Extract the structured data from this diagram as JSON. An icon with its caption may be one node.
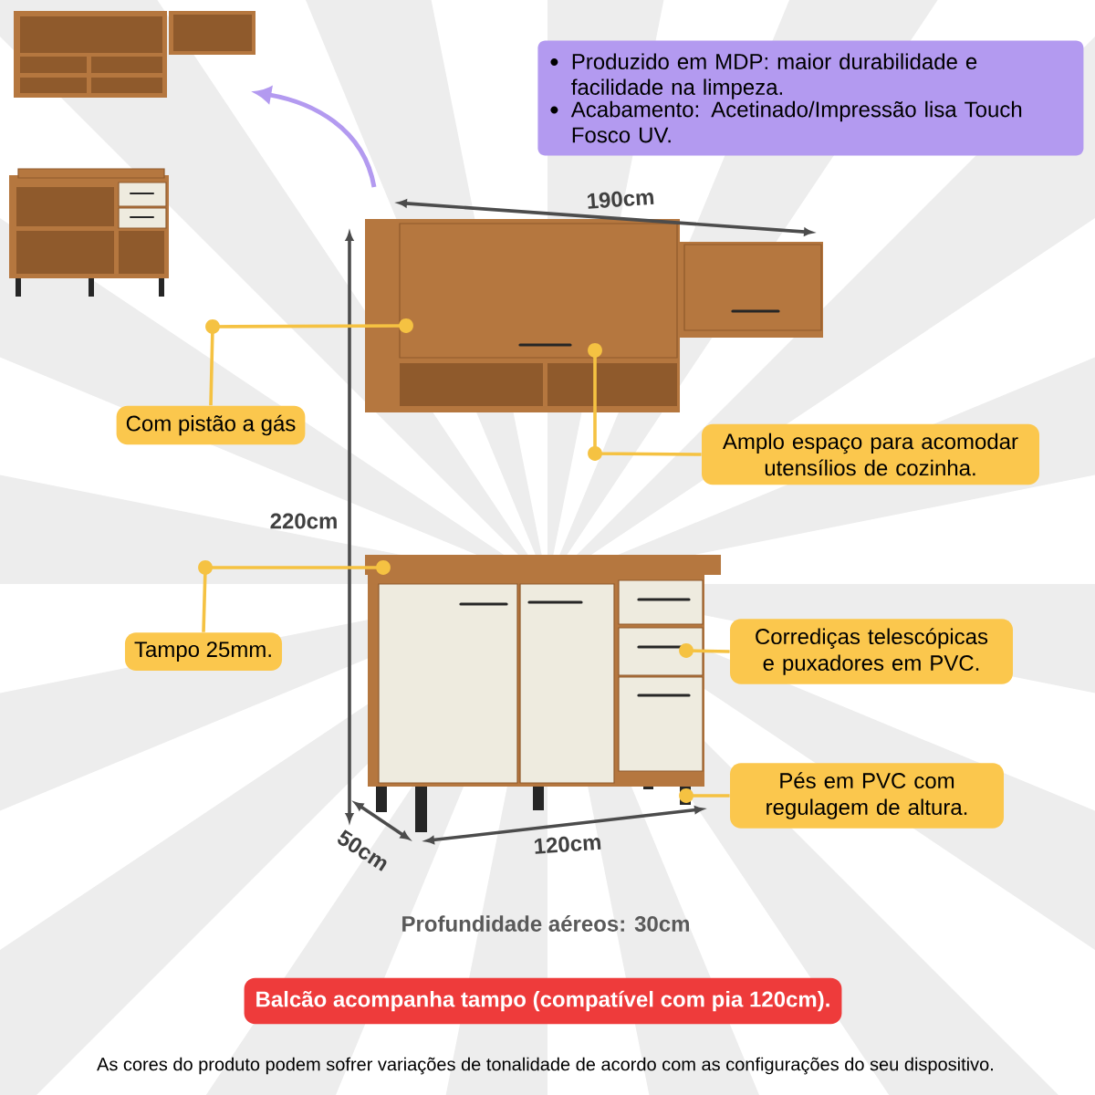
{
  "diagram": {
    "nodes": [
      {
        "text": [
          "Produzido em MDP: maior durabilidade e facilidade na limpeza.",
          "Acabamento: Acetinado/Impressão lisa Touch Fosco UV."
        ]
      },
      {
        "text": [
          "Com pistão a gás"
        ]
      },
      {
        "text": [
          "Amplo espaço para acomodar utensílios de cozinha."
        ]
      },
      {
        "text": [
          "Tampo 25mm."
        ]
      },
      {
        "text": [
          "Corrediças telescópicas e puxadores em PVC."
        ]
      },
      {
        "text": [
          "Pés em PVC com regulagem de altura."
        ]
      },
      {
        "text": [
          "Balcão acompanha tampo (compatível com pia 120cm)."
        ]
      },
      {
        "text": [],
        "shape": "picture"
      }
    ],
    "edges": [
      {
        "from": 1,
        "to": null,
        "arrow": "other"
      },
      {
        "from": 2,
        "to": null,
        "arrow": "other"
      },
      {
        "from": 3,
        "to": null,
        "arrow": "other"
      },
      {
        "from": 4,
        "to": null,
        "arrow": "other"
      },
      {
        "from": 5,
        "to": null,
        "arrow": "other"
      },
      {
        "from": null,
        "to": 7,
        "arrow": "to",
        "color": "#b39af0"
      }
    ],
    "labels": [
      "190cm",
      "220cm",
      "50cm",
      "120cm",
      "Profundidade aéreos: 30cm",
      "As cores do produto podem sofrer variações de tonalidade de acordo com as configurações do seu dispositivo."
    ]
  }
}
